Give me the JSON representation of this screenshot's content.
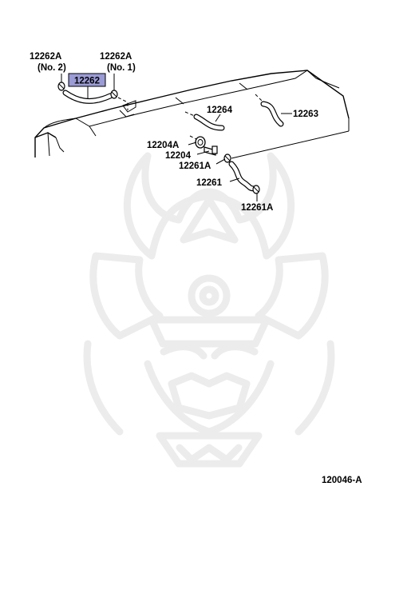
{
  "diagram_id": "120046-A",
  "highlight_color": "#9b9bd6",
  "labels": {
    "p12262_highlight": "12262",
    "p12262A_no2_num": "12262A",
    "p12262A_no2_sub": "(No. 2)",
    "p12262A_no1_num": "12262A",
    "p12262A_no1_sub": "(No. 1)",
    "p12264": "12264",
    "p12263": "12263",
    "p12204A": "12204A",
    "p12204": "12204",
    "p12261A_upper": "12261A",
    "p12261": "12261",
    "p12261A_lower": "12261A"
  },
  "watermark_icon": "samurai-helmet-icon"
}
